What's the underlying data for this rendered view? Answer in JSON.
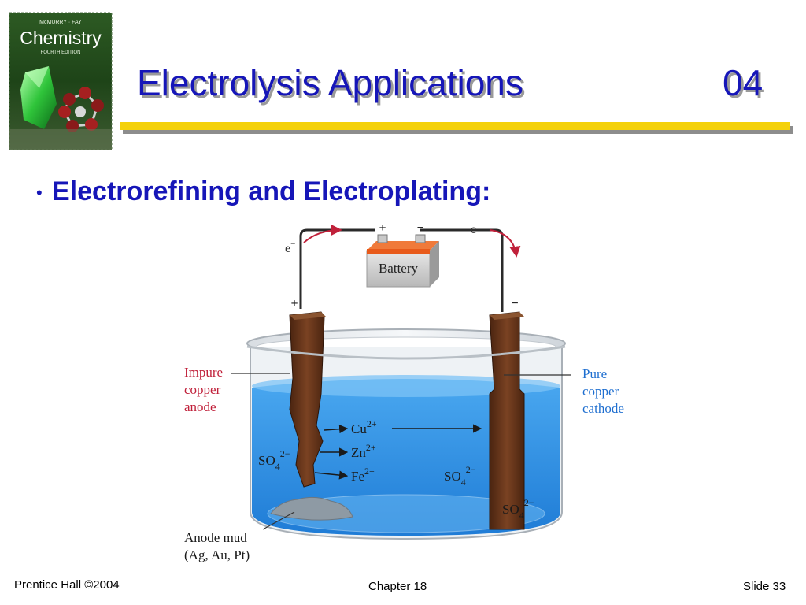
{
  "slide": {
    "title": "Electrolysis Applications",
    "number": "04",
    "bullet": "Electrorefining and Electroplating:"
  },
  "book_cover": {
    "authors": "McMURRY · FAY",
    "title": "Chemistry",
    "edition": "FOURTH EDITION"
  },
  "diagram": {
    "battery_label": "Battery",
    "plus_sign": "+",
    "minus_sign": "−",
    "electron_left": "e",
    "electron_right": "e",
    "electron_charge": "−",
    "anode_sign": "+",
    "cathode_sign": "−",
    "anode_label": [
      "Impure",
      "copper",
      "anode"
    ],
    "cathode_label": [
      "Pure",
      "copper",
      "cathode"
    ],
    "ions": {
      "cu": {
        "symbol": "Cu",
        "charge": "2+"
      },
      "zn": {
        "symbol": "Zn",
        "charge": "2+"
      },
      "fe": {
        "symbol": "Fe",
        "charge": "2+"
      }
    },
    "sulfate": {
      "base": "SO",
      "sub": "4",
      "charge": "2−"
    },
    "anode_mud": [
      "Anode mud",
      "(Ag, Au, Pt)"
    ],
    "colors": {
      "anode_label": "#c0203a",
      "cathode_label": "#1f6fd0",
      "solution": "#3a98e8",
      "copper": "#6b3a1e",
      "battery_top": "#e85a1a"
    }
  },
  "footer": {
    "left": "Prentice Hall ©2004",
    "center": "Chapter 18",
    "right": "Slide 33"
  }
}
